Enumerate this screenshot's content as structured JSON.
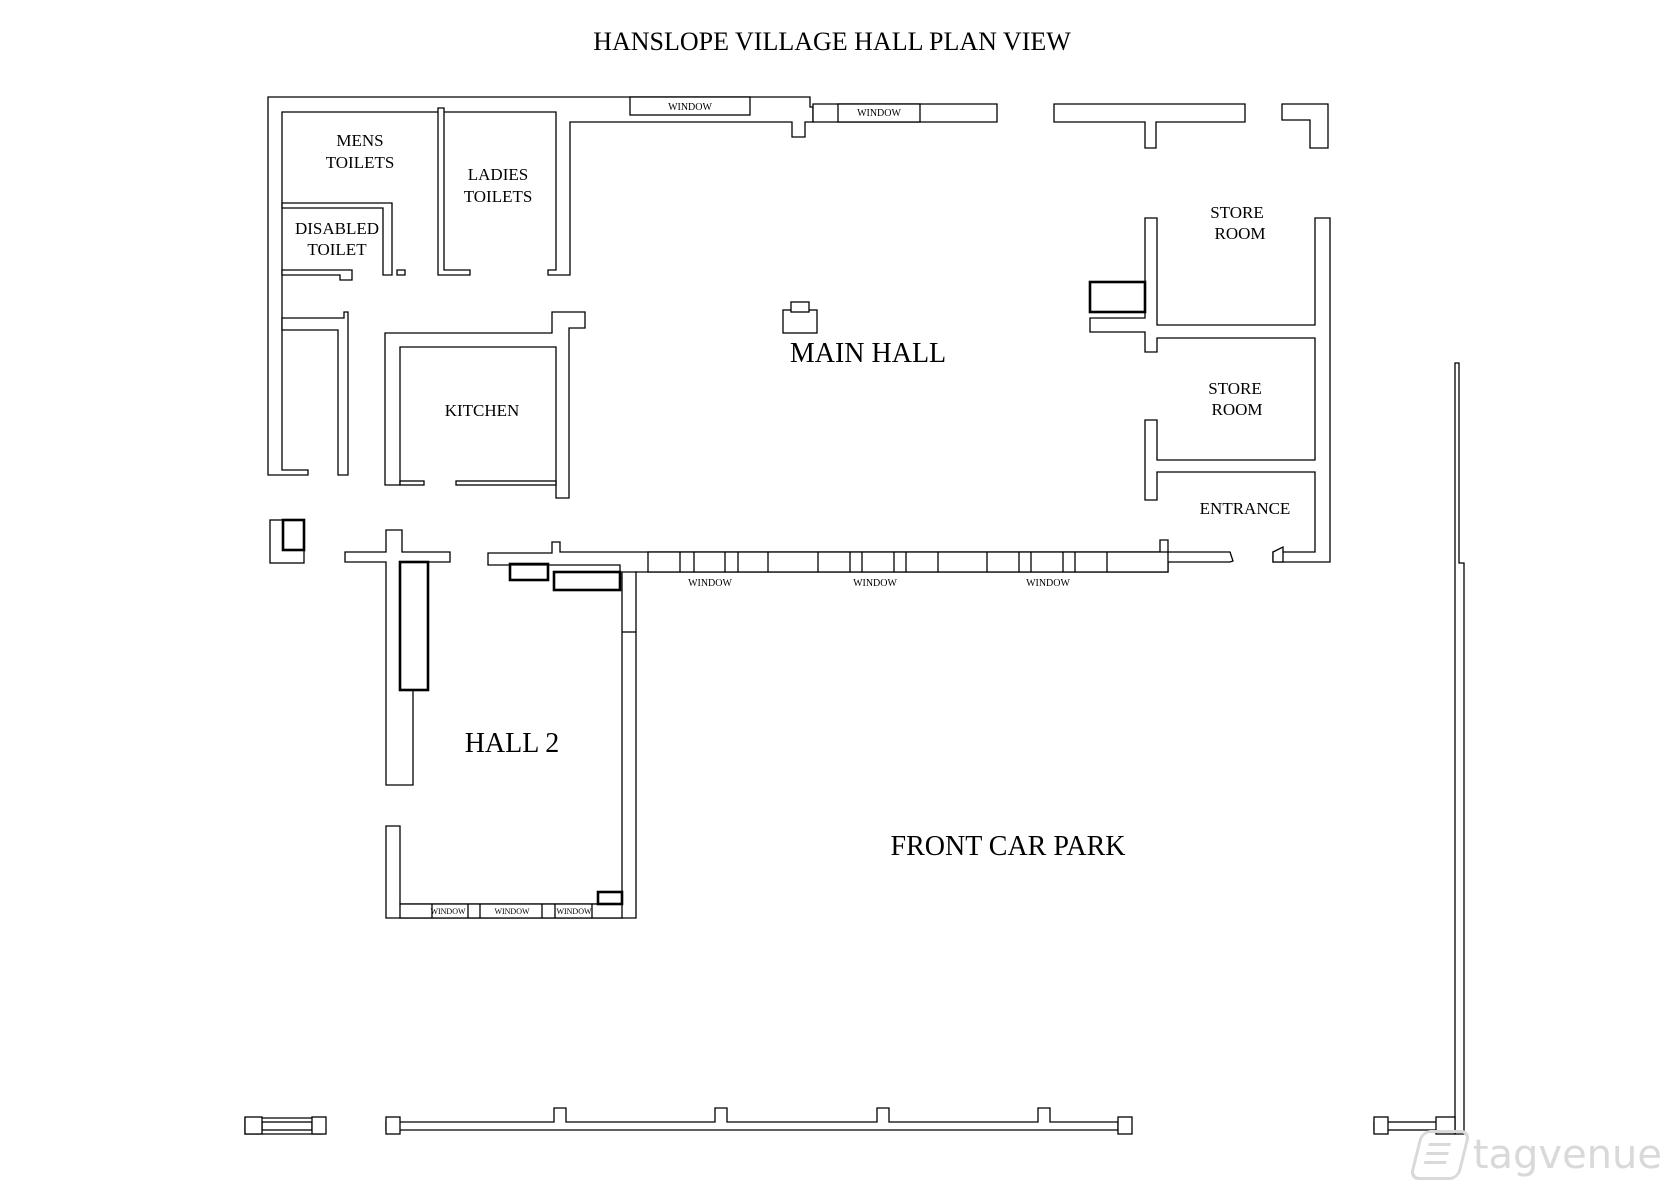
{
  "title": "HANSLOPE VILLAGE HALL PLAN VIEW",
  "rooms": {
    "mens_toilets": [
      "MENS",
      "TOILETS"
    ],
    "ladies_toilets": [
      "LADIES",
      "TOILETS"
    ],
    "disabled_toilet": [
      "DISABLED",
      "TOILET"
    ],
    "kitchen": "KITCHEN",
    "main_hall": "MAIN HALL",
    "store_room_1": [
      "STORE",
      "ROOM"
    ],
    "store_room_2": [
      "STORE",
      "ROOM"
    ],
    "entrance": "ENTRANCE",
    "hall_2": "HALL 2",
    "front_car_park": "FRONT CAR PARK"
  },
  "window_label": "WINDOW",
  "watermark": {
    "brand": "tagvenue",
    "icon": "tagvenue-logo-icon"
  }
}
